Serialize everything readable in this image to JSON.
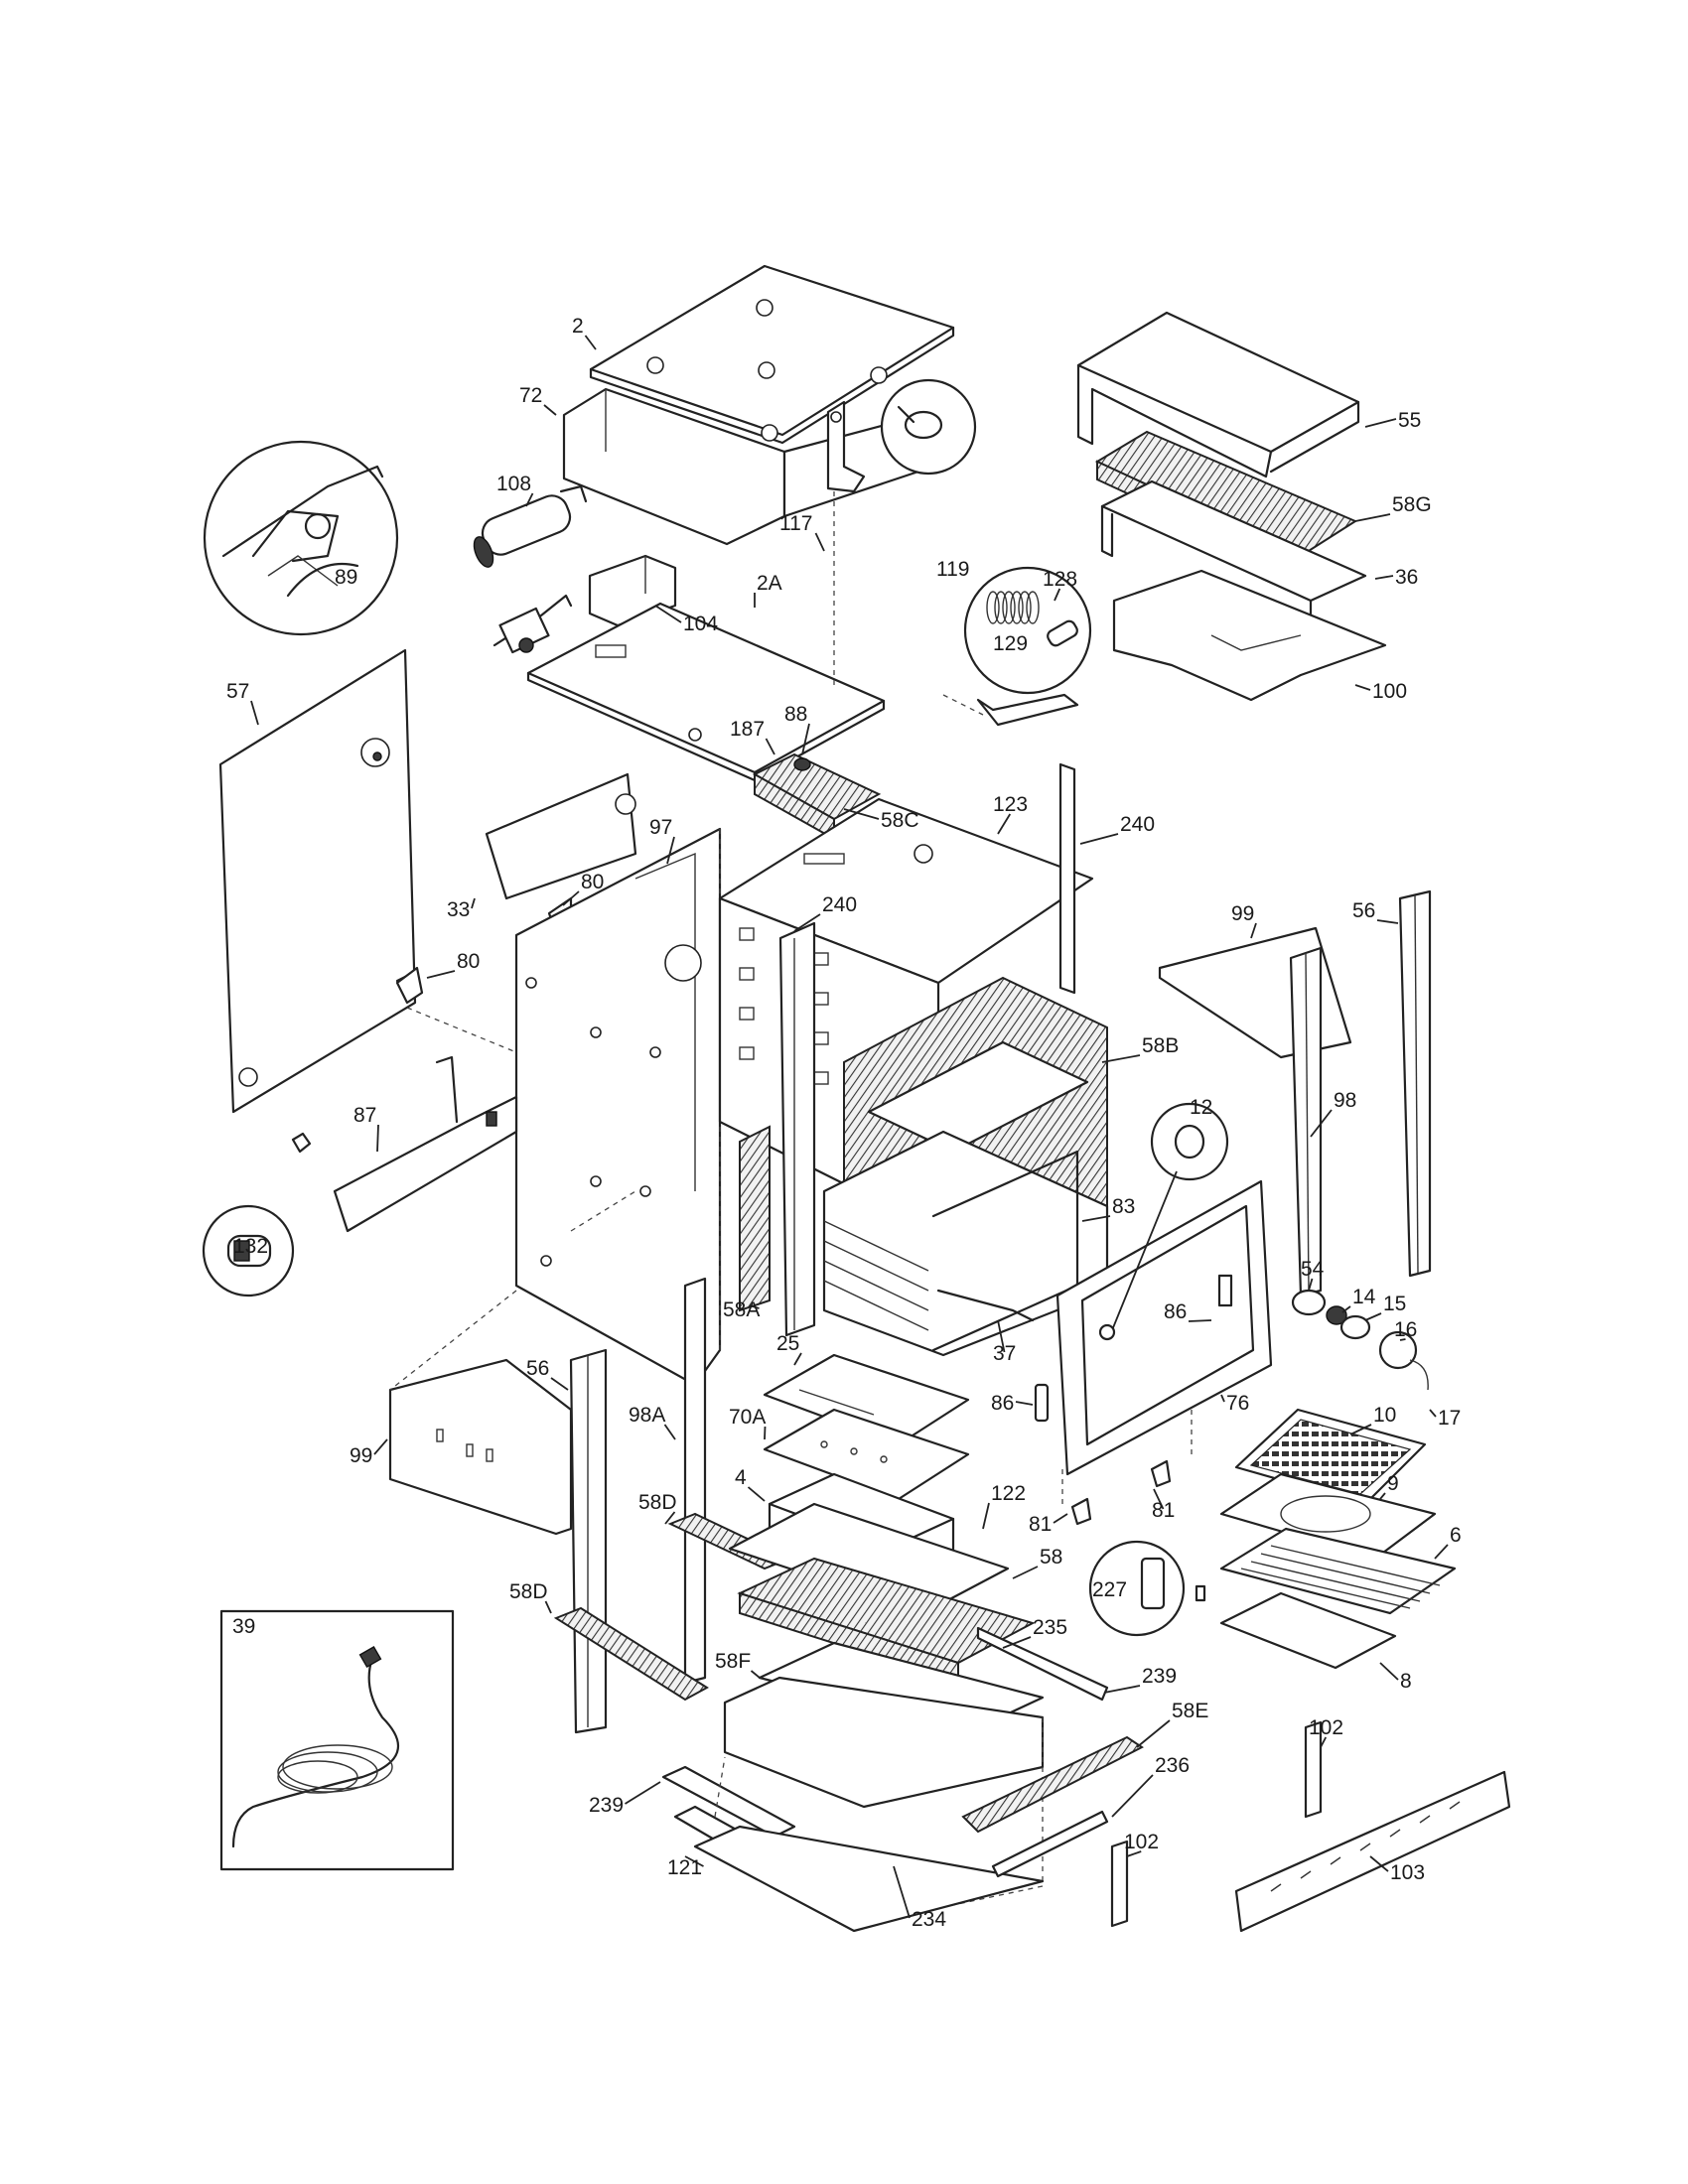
{
  "diagram": {
    "callouts": [
      {
        "id": "2",
        "text": "2"
      },
      {
        "id": "72",
        "text": "72"
      },
      {
        "id": "55",
        "text": "55"
      },
      {
        "id": "58G",
        "text": "58G"
      },
      {
        "id": "36",
        "text": "36"
      },
      {
        "id": "100",
        "text": "100"
      },
      {
        "id": "108",
        "text": "108"
      },
      {
        "id": "117",
        "text": "117"
      },
      {
        "id": "119",
        "text": "119"
      },
      {
        "id": "128",
        "text": "128"
      },
      {
        "id": "129",
        "text": "129"
      },
      {
        "id": "89",
        "text": "89"
      },
      {
        "id": "2A",
        "text": "2A"
      },
      {
        "id": "104",
        "text": "104"
      },
      {
        "id": "57",
        "text": "57"
      },
      {
        "id": "187",
        "text": "187"
      },
      {
        "id": "88",
        "text": "88"
      },
      {
        "id": "58C",
        "text": "58C"
      },
      {
        "id": "123",
        "text": "123"
      },
      {
        "id": "240a",
        "text": "240"
      },
      {
        "id": "97",
        "text": "97"
      },
      {
        "id": "80a",
        "text": "80"
      },
      {
        "id": "33",
        "text": "33"
      },
      {
        "id": "240b",
        "text": "240"
      },
      {
        "id": "99a",
        "text": "99"
      },
      {
        "id": "56a",
        "text": "56"
      },
      {
        "id": "80b",
        "text": "80"
      },
      {
        "id": "58B",
        "text": "58B"
      },
      {
        "id": "12",
        "text": "12"
      },
      {
        "id": "98",
        "text": "98"
      },
      {
        "id": "87",
        "text": "87"
      },
      {
        "id": "132",
        "text": "132"
      },
      {
        "id": "83",
        "text": "83"
      },
      {
        "id": "54",
        "text": "54"
      },
      {
        "id": "14",
        "text": "14"
      },
      {
        "id": "15",
        "text": "15"
      },
      {
        "id": "16",
        "text": "16"
      },
      {
        "id": "17",
        "text": "17"
      },
      {
        "id": "86a",
        "text": "86"
      },
      {
        "id": "58A",
        "text": "58A"
      },
      {
        "id": "37",
        "text": "37"
      },
      {
        "id": "25",
        "text": "25"
      },
      {
        "id": "76",
        "text": "76"
      },
      {
        "id": "56b",
        "text": "56"
      },
      {
        "id": "86b",
        "text": "86"
      },
      {
        "id": "10",
        "text": "10"
      },
      {
        "id": "98A",
        "text": "98A"
      },
      {
        "id": "70A",
        "text": "70A"
      },
      {
        "id": "99b",
        "text": "99"
      },
      {
        "id": "9",
        "text": "9"
      },
      {
        "id": "4",
        "text": "4"
      },
      {
        "id": "122",
        "text": "122"
      },
      {
        "id": "81a",
        "text": "81"
      },
      {
        "id": "81b",
        "text": "81"
      },
      {
        "id": "6",
        "text": "6"
      },
      {
        "id": "58D",
        "text": "58D"
      },
      {
        "id": "58",
        "text": "58"
      },
      {
        "id": "227",
        "text": "227"
      },
      {
        "id": "58Db",
        "text": "58D"
      },
      {
        "id": "39",
        "text": "39"
      },
      {
        "id": "235",
        "text": "235"
      },
      {
        "id": "8",
        "text": "8"
      },
      {
        "id": "58F",
        "text": "58F"
      },
      {
        "id": "239a",
        "text": "239"
      },
      {
        "id": "58E",
        "text": "58E"
      },
      {
        "id": "102a",
        "text": "102"
      },
      {
        "id": "236",
        "text": "236"
      },
      {
        "id": "239b",
        "text": "239"
      },
      {
        "id": "102b",
        "text": "102"
      },
      {
        "id": "121",
        "text": "121"
      },
      {
        "id": "103",
        "text": "103"
      },
      {
        "id": "234",
        "text": "234"
      }
    ]
  }
}
